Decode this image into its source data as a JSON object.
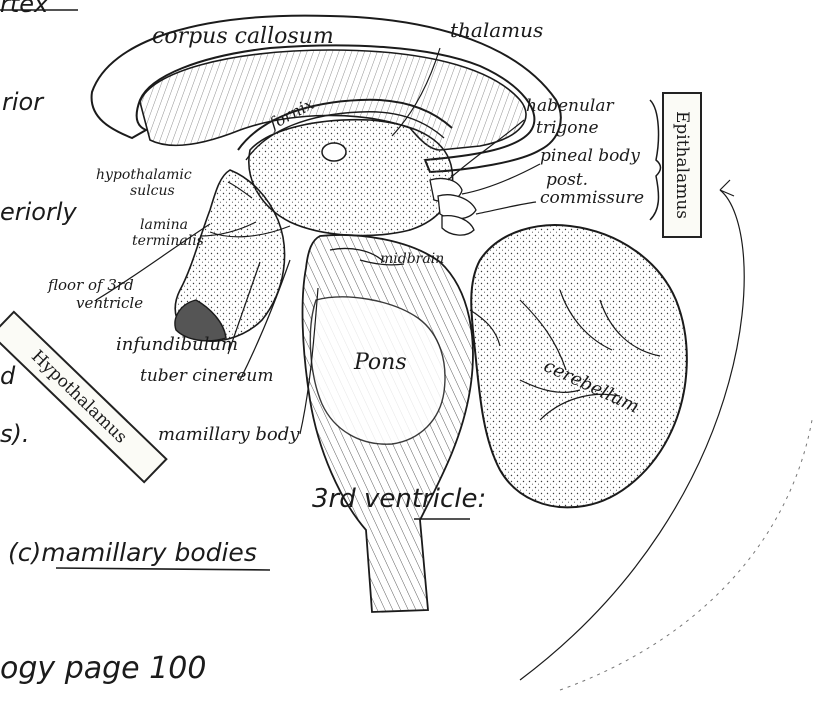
{
  "figure": {
    "left_fragments": {
      "top_word_fragment": "rtex",
      "anterior_fragment": "rior",
      "posteriorly_fragment": "eriorly",
      "d_fragment": "d",
      "close_fragment": "s).",
      "ventricle_line": "3rd ventricle:",
      "mamillary_line": "(c)mamillary bodies",
      "footer": "ogy page 100"
    },
    "labels": {
      "corpus_callosum": "corpus callosum",
      "thalamus": "thalamus",
      "fornix": "fornix",
      "habenular_trigone_1": "habenular",
      "habenular_trigone_2": "trigone",
      "pineal_body": "pineal body",
      "post_commissure_1": "post.",
      "post_commissure_2": "commissure",
      "hypothalamic_sulcus_1": "hypothalamic",
      "hypothalamic_sulcus_2": "sulcus",
      "lamina_terminalis_1": "lamina",
      "lamina_terminalis_2": "terminalis",
      "midbrain": "midbrain",
      "floor_3rd_ventricle_1": "floor of 3rd",
      "floor_3rd_ventricle_2": "ventricle",
      "infundibulum": "infundibulum",
      "tuber_cinereum": "tuber cinereum",
      "mamillary_body": "mamillary body",
      "pons": "Pons",
      "cerebellum": "cerebellum"
    },
    "boxed_labels": {
      "epithalamus": "Epithalamus",
      "hypothalamus": "Hypothalamus"
    },
    "colors": {
      "ink": "#1b1b1b",
      "paper": "#ffffff",
      "stipple": "#3a3a3a"
    }
  }
}
